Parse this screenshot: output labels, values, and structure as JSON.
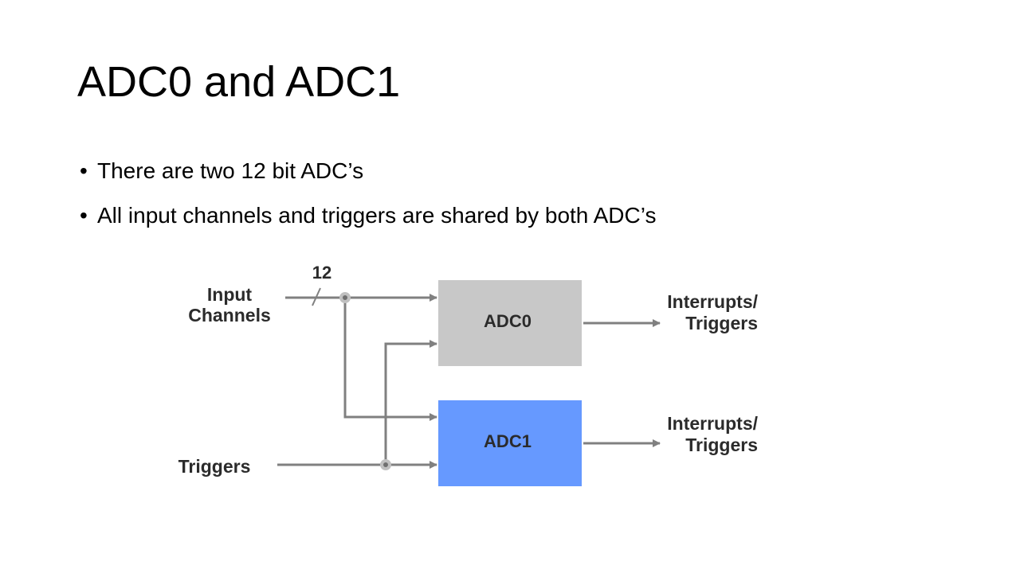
{
  "slide": {
    "title": "ADC0 and ADC1",
    "bullets": [
      "There are two 12 bit ADC’s",
      "All input channels and triggers are shared by both ADC’s"
    ]
  },
  "diagram": {
    "bus_width": "12",
    "input_label_line1": "Input",
    "input_label_line2": "Channels",
    "triggers_label": "Triggers",
    "adc0": {
      "label": "ADC0",
      "color": "#c8c8c8"
    },
    "adc1": {
      "label": "ADC1",
      "color": "#6699ff"
    },
    "output0_line1": "Interrupts/",
    "output0_line2": "Triggers",
    "output1_line1": "Interrupts/",
    "output1_line2": "Triggers",
    "line_color": "#808080"
  }
}
